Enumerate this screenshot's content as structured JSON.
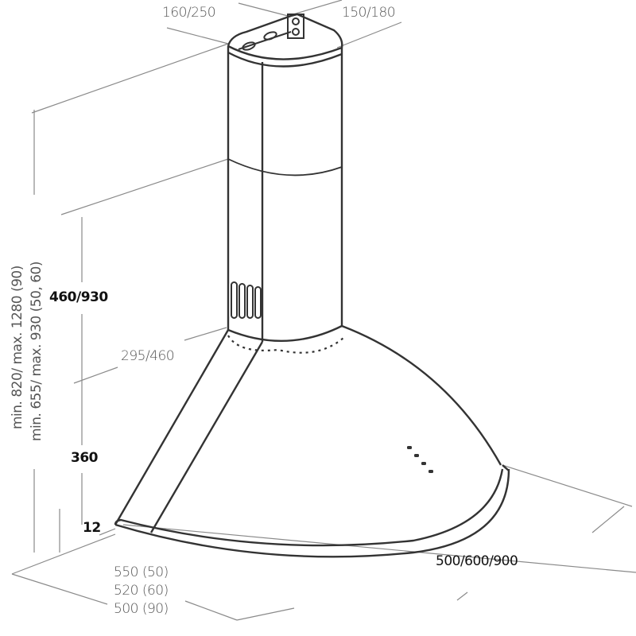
{
  "diagram": {
    "type": "technical-dimension-drawing",
    "subject": "chimney cooker hood with curved canopy",
    "line_color": "#333333",
    "dimension_line_color": "#888888"
  },
  "labels": {
    "chimney_depth": "160/250",
    "chimney_width": "150/180",
    "total_height_range_1": "min. 820/ max. 1280 (90)",
    "total_height_range_2": "min. 655/ max. 930 (50, 60)",
    "chimney_height": "460/930",
    "chimney_base_depth": "295/460",
    "canopy_height": "360",
    "rim_thickness": "12",
    "depth_options": [
      "550 (50)",
      "520 (60)",
      "500 (90)"
    ],
    "width_options": "500/600/900"
  },
  "features": {
    "vent_grille": "vent-slots",
    "control_buttons": 4,
    "mounting_bracket_holes": 2
  }
}
